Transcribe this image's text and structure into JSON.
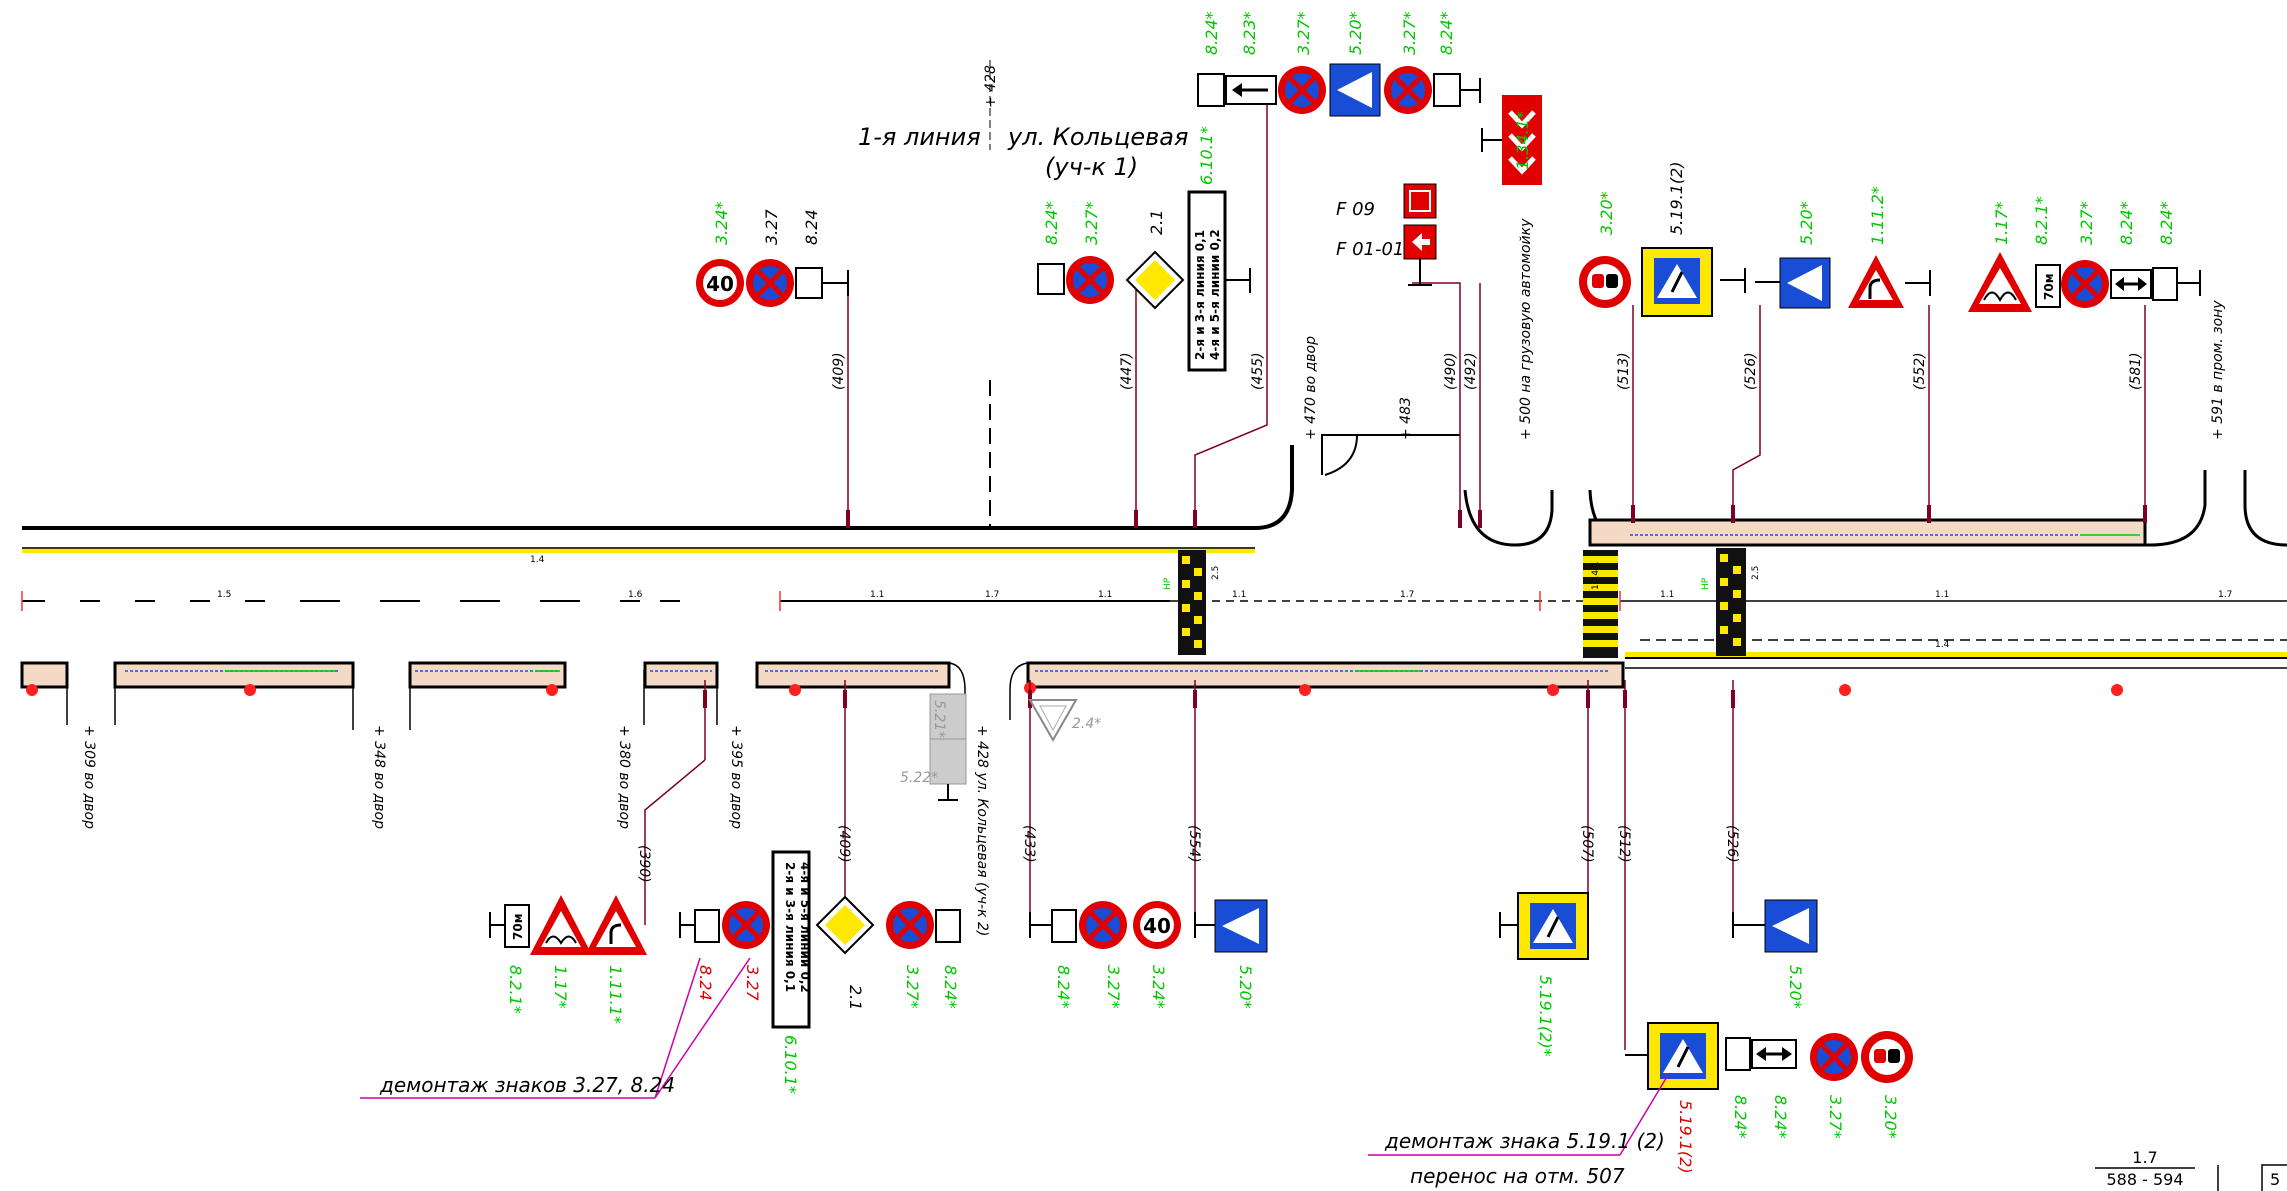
{
  "headings": {
    "line1": "1-я линия",
    "street": "ул. Кольцевая",
    "section1": "(уч-к 1)",
    "km428": "+ 428"
  },
  "pickets_top": [
    {
      "label": "(409)"
    },
    {
      "label": "(447)"
    },
    {
      "label": "(455)"
    },
    {
      "label": "(490)"
    },
    {
      "label": "(492)"
    },
    {
      "label": "(513)"
    },
    {
      "label": "(526)"
    },
    {
      "label": "(552)"
    },
    {
      "label": "(581)"
    }
  ],
  "pickets_bottom": [
    {
      "label": "(390)"
    },
    {
      "label": "(409)"
    },
    {
      "label": "(433)"
    },
    {
      "label": "(554)"
    },
    {
      "label": "(507)"
    },
    {
      "label": "(512)"
    },
    {
      "label": "(526)"
    }
  ],
  "junctions_top": [
    {
      "label": "+ 470  во двор"
    },
    {
      "label": "+ 483"
    },
    {
      "label": "+ 500  на грузовую автомойку"
    },
    {
      "label": "+ 591  в пром. зону"
    }
  ],
  "junctions_bottom": [
    {
      "label": "+ 309  во двор"
    },
    {
      "label": "+ 348  во двор"
    },
    {
      "label": "+ 380  во двор"
    },
    {
      "label": "+ 395  во двор"
    },
    {
      "label": "+ 428  ул. Кольцевая (уч-к 2)"
    }
  ],
  "sign_codes_top": [
    "3.24*",
    "3.27",
    "8.24",
    "8.24*",
    "3.27*",
    "2.1",
    "6.10.1*",
    "8.24*",
    "8.23*",
    "3.27*",
    "5.20*",
    "3.27*",
    "8.24*",
    "1.34.1*",
    "3.20*",
    "5.19.1(2)",
    "5.20*",
    "1.11.2*",
    "1.17*",
    "8.2.1*",
    "3.27*",
    "8.24*",
    "8.24*"
  ],
  "sign_codes_bottom": [
    "8.2.1*",
    "1.17*",
    "1.11.1*",
    "8.24",
    "3.27",
    "6.10.1*",
    "2.1",
    "3.27*",
    "8.24*",
    "8.24*",
    "3.27*",
    "3.24*",
    "5.20*",
    "5.19.1(2)*",
    "5.20*",
    "5.19.1(2)",
    "8.24*",
    "8.24*",
    "3.27*",
    "3.20*"
  ],
  "removed_signs": {
    "top_right": "5.21*",
    "bottom_left": "5.22*",
    "yield_ghost": "2.4*"
  },
  "direction_sign_text": [
    "2-я и 3-я линия 0,1",
    "4-я и 5-я линии 0,2"
  ],
  "sign_text": {
    "speed40": "40",
    "dist70": "70м"
  },
  "route_signs": [
    {
      "code": "F 09"
    },
    {
      "code": "F 01-01"
    }
  ],
  "notes": {
    "dismantle1": "демонтаж знаков 3.27, 8.24",
    "dismantle2": "демонтаж знака 5.19.1 (2)",
    "transfer": "перенос на отм. 507"
  },
  "markings": [
    "1.4",
    "1.5",
    "1.6",
    "1.1",
    "1.7",
    "1.1",
    "1.1",
    "1.7",
    "1.14.1",
    "1.1",
    "1.1",
    "1.7",
    "1.4"
  ],
  "marking_hr": "НР",
  "marking_2_5": "2.5",
  "stamp": {
    "top": "1.7",
    "bottom": "588 - 594",
    "side": "5"
  },
  "colors": {
    "green": "#00c800",
    "red": "#e00000",
    "magenta": "#cc00aa",
    "blue": "#1a4dd6",
    "yellow": "#ffe800"
  }
}
